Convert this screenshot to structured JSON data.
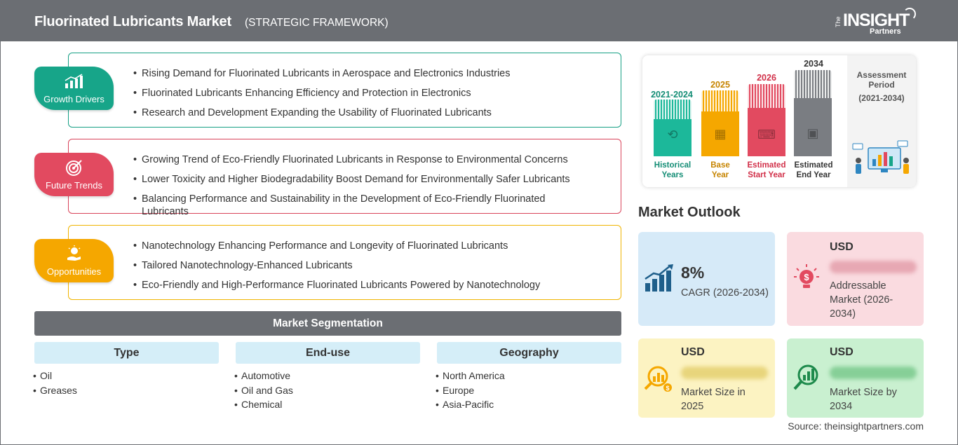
{
  "header": {
    "title": "Fluorinated Lubricants Market",
    "subtitle": "(STRATEGIC FRAMEWORK)",
    "logo": {
      "the": "The",
      "insight": "INSIGHT",
      "partners": "Partners"
    }
  },
  "factors": [
    {
      "label": "Growth Drivers",
      "color": "#17a589",
      "icon": "bar-growth-icon",
      "items": [
        "Rising Demand for Fluorinated Lubricants in Aerospace and Electronics Industries",
        "Fluorinated Lubricants Enhancing Efficiency and Protection in Electronics",
        "Research and Development Expanding the Usability of Fluorinated Lubricants"
      ]
    },
    {
      "label": "Future Trends",
      "color": "#e24a60",
      "icon": "target-icon",
      "items": [
        "Growing Trend of Eco-Friendly Fluorinated Lubricants in Response to Environmental Concerns",
        "Lower Toxicity and Higher Biodegradability Boost Demand for Environmentally Safer Lubricants",
        "Balancing Performance and Sustainability in the Development of Eco-Friendly Fluorinated Lubricants"
      ]
    },
    {
      "label": "Opportunities",
      "color": "#f5a700",
      "icon": "idea-hand-icon",
      "items": [
        "Nanotechnology Enhancing Performance and Longevity of Fluorinated Lubricants",
        "Tailored Nanotechnology-Enhanced Lubricants",
        "Eco-Friendly and High-Performance Fluorinated Lubricants Powered by Nanotechnology"
      ]
    }
  ],
  "segmentation": {
    "title": "Market Segmentation",
    "columns": [
      {
        "header": "Type",
        "items": [
          "Oil",
          "Greases"
        ]
      },
      {
        "header": "End-use",
        "items": [
          "Automotive",
          "Oil and Gas",
          "Chemical"
        ]
      },
      {
        "header": "Geography",
        "items": [
          "North America",
          "Europe",
          "Asia-Pacific"
        ]
      }
    ]
  },
  "timeline": {
    "bars": [
      {
        "year": "2021-2024",
        "label_1": "Historical",
        "label_2": "Years",
        "color": "#1cb89a",
        "year_color": "#138d75",
        "icon": "history-icon"
      },
      {
        "year": "2025",
        "label_1": "Base",
        "label_2": "Year",
        "color": "#f5a700",
        "year_color": "#c68400",
        "icon": "calendar-icon"
      },
      {
        "year": "2026",
        "label_1": "Estimated",
        "label_2": "Start Year",
        "color": "#e24a60",
        "year_color": "#d12f48",
        "icon": "presentation-icon"
      },
      {
        "year": "2034",
        "label_1": "Estimated",
        "label_2": "End Year",
        "color": "#7a7d82",
        "year_color": "#333333",
        "icon": "monitor-chart-icon"
      }
    ],
    "assessment": {
      "label": "Assessment Period",
      "period": "(2021-2034)"
    }
  },
  "outlook": {
    "title": "Market Outlook",
    "cagr": {
      "value": "8%",
      "label": "CAGR (2026-2034)",
      "color": "#d6eaf8"
    },
    "addressable": {
      "currency": "USD",
      "value": "lorem ipsum",
      "label": "Addressable Market (2026-2034)",
      "color": "#fadbe0"
    },
    "size_2025": {
      "currency": "USD",
      "value": "lorem ipsum",
      "label": "Market Size in 2025",
      "color": "#fcf3c2"
    },
    "size_2034": {
      "currency": "USD",
      "value": "lorem ipsum",
      "label": "Market Size by 2034",
      "color": "#c9f0d0"
    }
  },
  "source": "Source: theinsightpartners.com"
}
